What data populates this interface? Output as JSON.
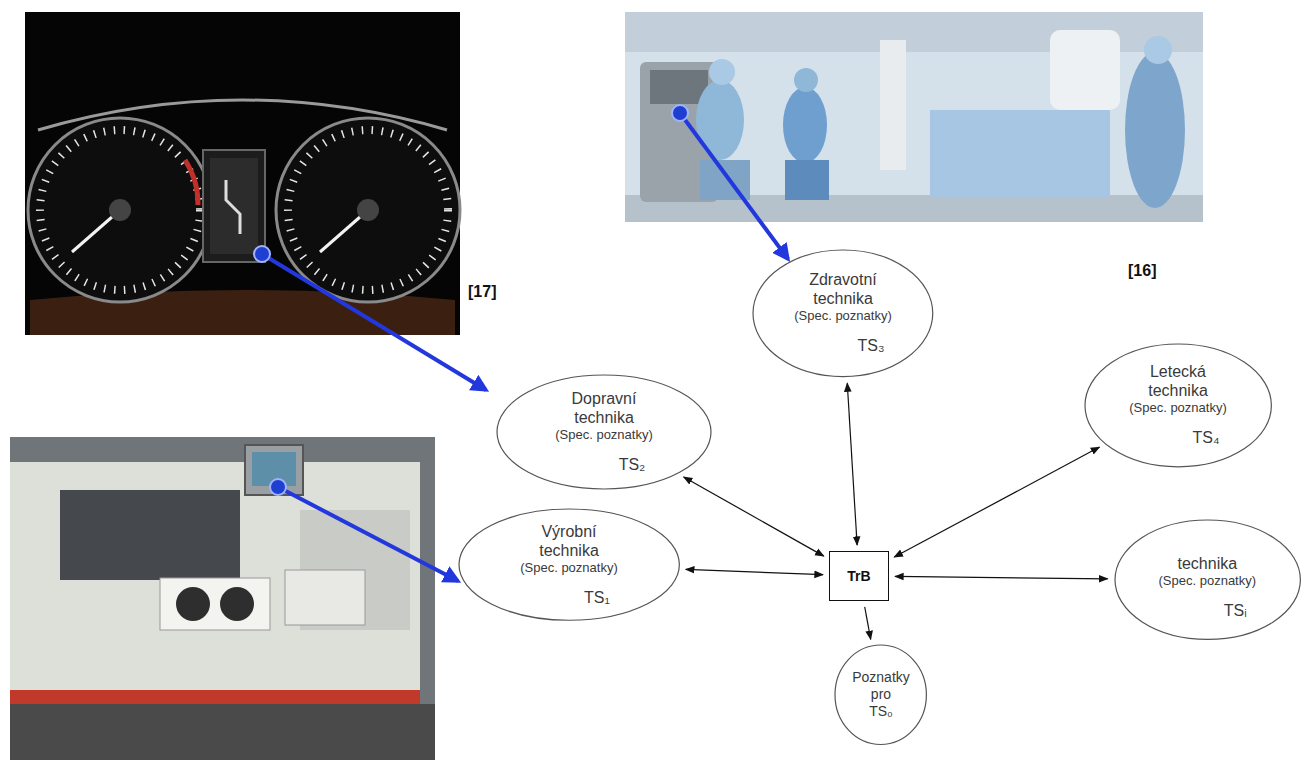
{
  "diagram": {
    "nodes": [
      {
        "text": [
          "Zdravotní technika",
          "(Spec. poznatky)",
          "TS₃"
        ]
      },
      {
        "text": [
          "Dopravní technika",
          "(Spec. poznatky)",
          "TS₂"
        ]
      },
      {
        "text": [
          "Letecká technika",
          "(Spec. poznatky)",
          "TS₄"
        ]
      },
      {
        "text": [
          "Výrobní technika",
          "(Spec. poznatky)",
          "TS₁"
        ]
      },
      {
        "text": [
          "TrB"
        ]
      },
      {
        "text": [
          "technika",
          "(Spec. poznatky)",
          "TSᵢ"
        ]
      },
      {
        "text": [
          "Poznatky pro TS₀"
        ]
      }
    ],
    "edges": [
      {
        "from": 4,
        "to": 0,
        "arrow": "both"
      },
      {
        "from": 4,
        "to": 1,
        "arrow": "both"
      },
      {
        "from": 4,
        "to": 2,
        "arrow": "both"
      },
      {
        "from": 4,
        "to": 3,
        "arrow": "both"
      },
      {
        "from": 4,
        "to": 5,
        "arrow": "both"
      },
      {
        "from": 4,
        "to": 6,
        "arrow": "to"
      }
    ],
    "labels": [
      "[17]",
      "[16]"
    ]
  }
}
